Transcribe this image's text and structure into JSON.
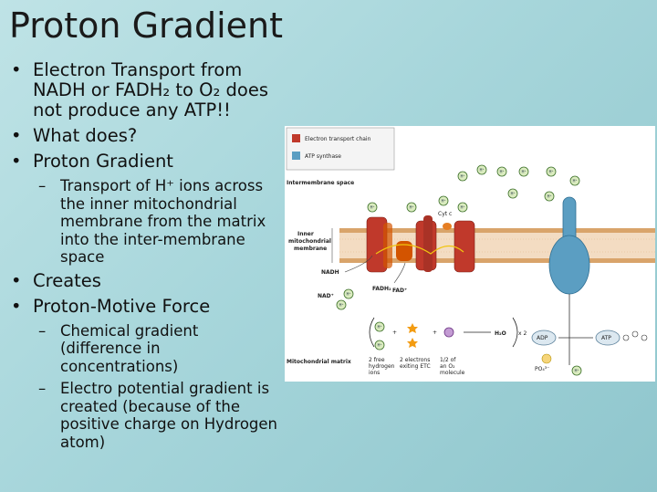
{
  "slide": {
    "title": "Proton Gradient",
    "bullets": {
      "electron_transport": "Electron Transport from NADH or FADH₂ to O₂ does not produce any ATP!!",
      "what_does": "What does?",
      "proton_gradient": "Proton Gradient",
      "transport": "Transport of H⁺ ions across the inner mitochondrial membrane from the matrix into the inter-membrane space",
      "creates": "Creates",
      "pmf": "Proton-Motive Force",
      "chemical": "Chemical gradient (difference in concentrations)",
      "electro": "Electro potential gradient is created (because of the positive charge on Hydrogen atom)"
    }
  },
  "figure": {
    "legend": {
      "etc": "Electron transport chain",
      "atp_synthase": "ATP synthase"
    },
    "labels": {
      "intermembrane": "Intermembrane space",
      "inner": "Inner",
      "mito": "mitochondrial",
      "membrane": "membrane",
      "matrix": "Mitochondrial matrix",
      "nadh": "NADH",
      "nad": "NAD⁺",
      "fadh2": "FADH₂",
      "fad": "FAD⁺",
      "cytc": "Cyt c",
      "h2o": "H₂O",
      "times2": "x 2",
      "adp": "ADP",
      "atp": "ATP",
      "pi": "PO₄³⁻",
      "cap1a": "2 free",
      "cap1b": "hydrogen",
      "cap1c": "ions",
      "cap2a": "2 electrons",
      "cap2b": "exiting ETC",
      "cap3a": "1/2 of",
      "cap3b": "an O₂",
      "cap3c": "molecule",
      "plus": "+",
      "h": "H⁺"
    },
    "colors": {
      "etc": "#c0392b",
      "atp_synthase": "#5b9ec2",
      "h_ion": "#dbecc0"
    }
  }
}
